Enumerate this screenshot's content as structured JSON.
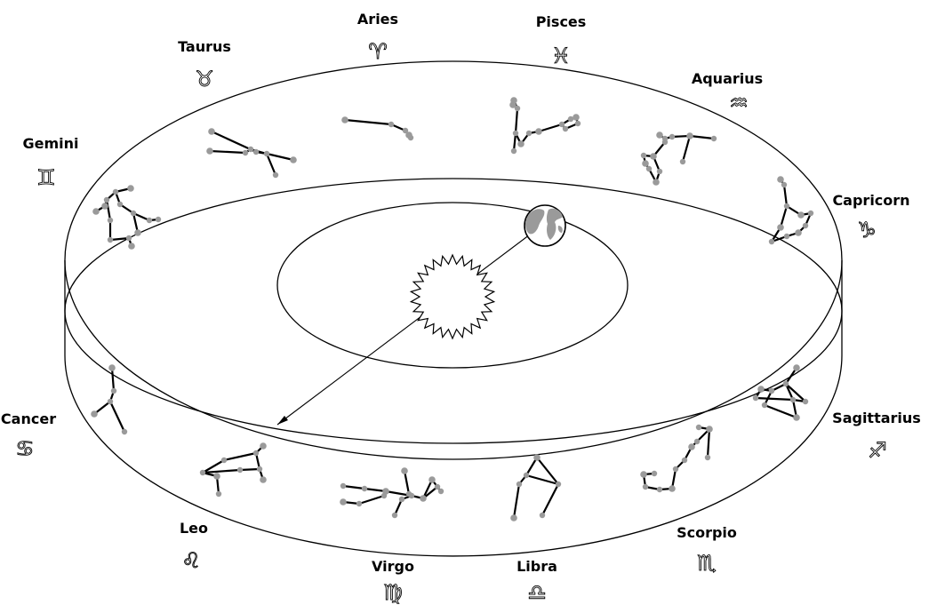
{
  "diagram": {
    "description_visible": false,
    "signs": [
      {
        "key": "aries",
        "name": "Aries",
        "symbol": "♈"
      },
      {
        "key": "pisces",
        "name": "Pisces",
        "symbol": "♓"
      },
      {
        "key": "taurus",
        "name": "Taurus",
        "symbol": "♉"
      },
      {
        "key": "aquarius",
        "name": "Aquarius",
        "symbol": "♒"
      },
      {
        "key": "gemini",
        "name": "Gemini",
        "symbol": "♊"
      },
      {
        "key": "capricorn",
        "name": "Capricorn",
        "symbol": "♑"
      },
      {
        "key": "cancer",
        "name": "Cancer",
        "symbol": "♋"
      },
      {
        "key": "sagittarius",
        "name": "Sagittarius",
        "symbol": "♐"
      },
      {
        "key": "leo",
        "name": "Leo",
        "symbol": "♌"
      },
      {
        "key": "scorpio",
        "name": "Scorpio",
        "symbol": "♏"
      },
      {
        "key": "virgo",
        "name": "Virgo",
        "symbol": "♍"
      },
      {
        "key": "libra",
        "name": "Libra",
        "symbol": "♎"
      }
    ],
    "center": {
      "icon": "sun-icon"
    },
    "orbiting": {
      "icon": "earth-globe-icon"
    },
    "colors": {
      "line": "#000000",
      "star": "#9a9a9a",
      "land": "#9a9a9a",
      "background": "#ffffff"
    }
  }
}
